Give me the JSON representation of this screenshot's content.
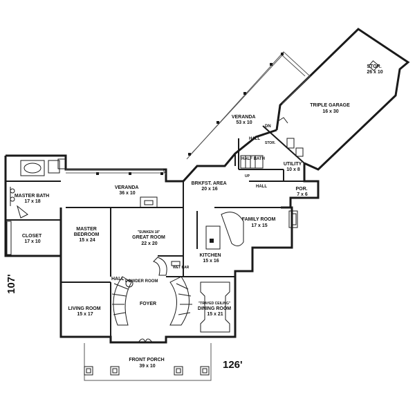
{
  "dimensions": {
    "width": "126'",
    "depth": "107'"
  },
  "rooms": {
    "stor": {
      "name": "STOR.",
      "size": "26 x 10"
    },
    "garage": {
      "name": "TRIPLE GARAGE",
      "size": "16 x 30"
    },
    "veranda_top": {
      "name": "VERANDA",
      "size": "53 x 10"
    },
    "dn": {
      "name": "DN"
    },
    "stor_small": {
      "name": "STOR."
    },
    "hall_upper": {
      "name": "HALL"
    },
    "half_bath": {
      "name": "HALF BATH"
    },
    "utility": {
      "name": "UTILITY",
      "size": "10 x 8"
    },
    "bkfst": {
      "name": "BRKFST. AREA",
      "size": "20 x 16"
    },
    "up": {
      "name": "UP"
    },
    "hall_mid": {
      "name": "HALL"
    },
    "por": {
      "name": "POR.",
      "size": "7 x 6"
    },
    "master_bath": {
      "name": "MASTER BATH",
      "size": "17 x 18"
    },
    "veranda_mid": {
      "name": "VERANDA",
      "size": "36 x 10"
    },
    "family": {
      "name": "FAMILY ROOM",
      "size": "17 x 15"
    },
    "closet": {
      "name": "CLOSET",
      "size": "17 x 10"
    },
    "master_bed": {
      "name": "MASTER BEDROOM",
      "size": "15 x 24"
    },
    "great": {
      "note": "\"SUNKEN 18\"",
      "name": "GREAT ROOM",
      "size": "22 x 20"
    },
    "kitchen": {
      "name": "KITCHEN",
      "size": "15 x 16"
    },
    "wet_bar": {
      "name": "WET BAR"
    },
    "hall_low": {
      "name": "HALL"
    },
    "powder": {
      "name": "POWDER ROOM"
    },
    "foyer": {
      "name": "FOYER"
    },
    "living": {
      "name": "LIVING ROOM",
      "size": "15 x 17"
    },
    "dining": {
      "note": "\"TRAYED CEILING\"",
      "name": "DINING ROOM",
      "size": "15 x 21"
    },
    "porch": {
      "name": "FRONT PORCH",
      "size": "39 x 10"
    }
  }
}
